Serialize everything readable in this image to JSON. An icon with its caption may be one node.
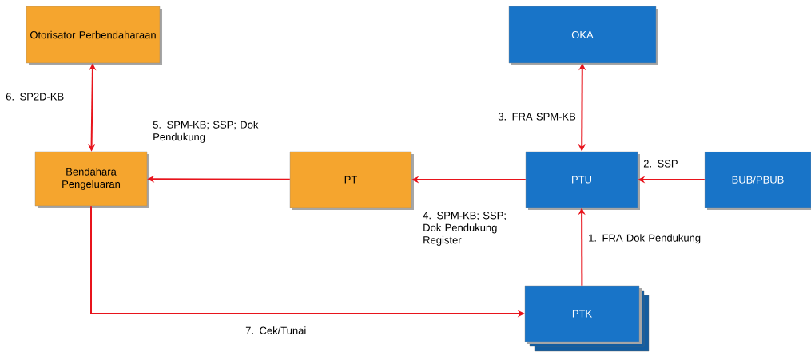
{
  "diagram": {
    "nodes": [
      {
        "text": [
          "Otorisator Perbendaharaan"
        ]
      },
      {
        "text": [
          "OKA"
        ]
      },
      {
        "text": [
          "Bendahara Pengeluaran"
        ]
      },
      {
        "text": [
          "PT"
        ]
      },
      {
        "text": [
          "PTU"
        ]
      },
      {
        "text": [
          "BUB/PBUB"
        ]
      },
      {
        "text": [
          "PTK"
        ]
      }
    ],
    "edges": [
      {
        "from": 6,
        "to": 4,
        "arrow": "to",
        "label": "1. FRA Dok Pendukung"
      },
      {
        "from": 5,
        "to": 4,
        "arrow": "to",
        "label": "2. SSP"
      },
      {
        "from": 1,
        "to": 4,
        "arrow": "both",
        "label": "3. FRA SPM-KB"
      },
      {
        "from": 4,
        "to": 3,
        "arrow": "to",
        "label": "4. SPM-KB; SSP; Dok Pendukung Register"
      },
      {
        "from": 3,
        "to": 2,
        "arrow": "to",
        "label": "5. SPM-KB; SSP; Dok Pendukung"
      },
      {
        "from": 0,
        "to": 2,
        "arrow": "both",
        "label": "6. SP2D-KB"
      },
      {
        "from": 2,
        "to": 6,
        "arrow": "to",
        "label": "7. Cek/Tunai"
      }
    ]
  }
}
